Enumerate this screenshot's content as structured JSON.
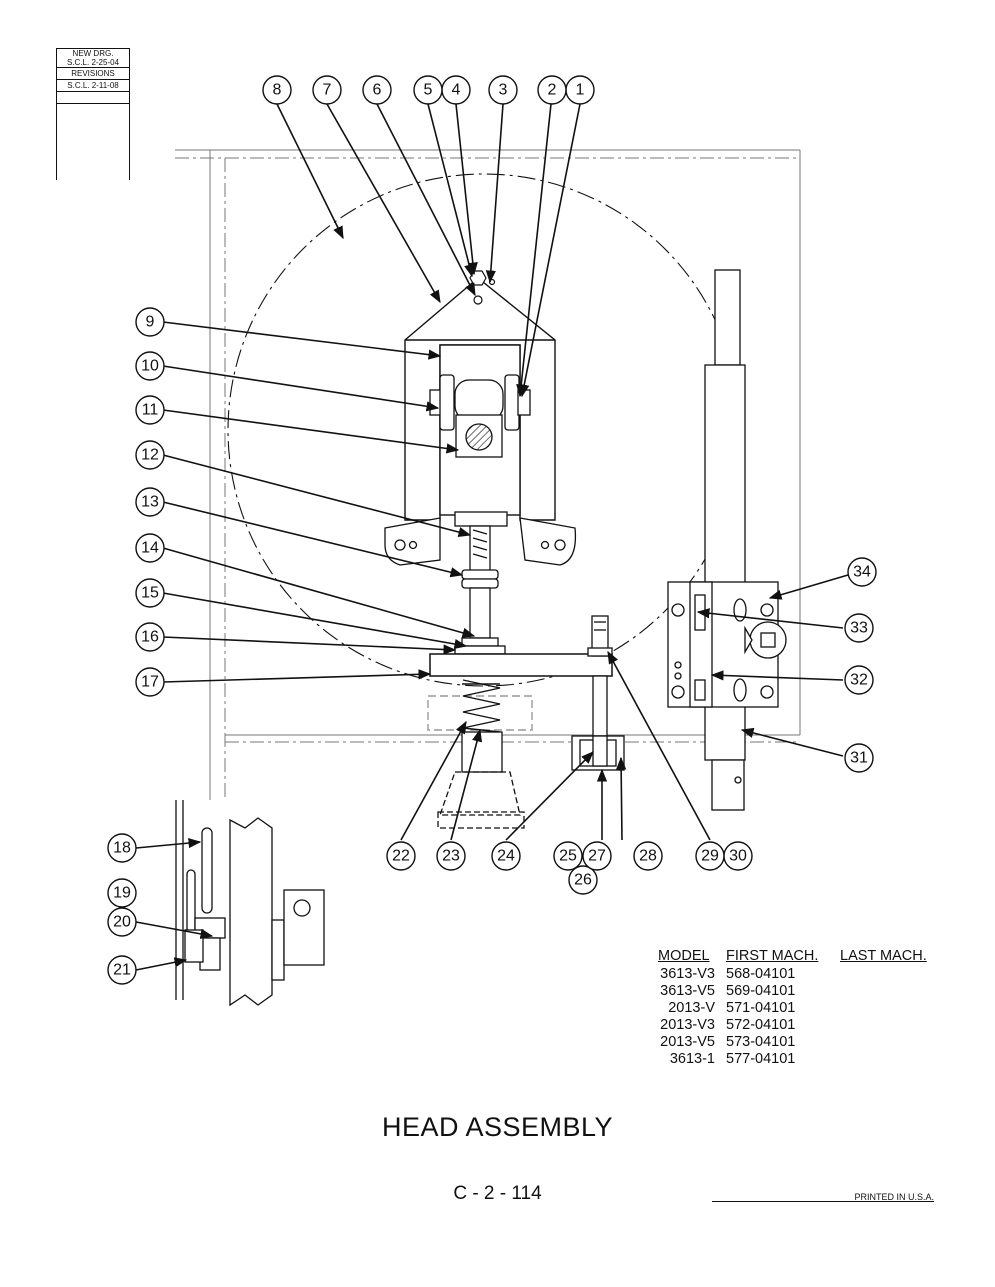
{
  "revision_block": {
    "new_drg_label": "NEW DRG.",
    "new_drg_date": "S.C.L. 2-25-04",
    "revisions_label": "REVISIONS",
    "revision_date": "S.C.L. 2-11-08"
  },
  "callouts": [
    "1",
    "2",
    "3",
    "4",
    "5",
    "6",
    "7",
    "8",
    "9",
    "10",
    "11",
    "12",
    "13",
    "14",
    "15",
    "16",
    "17",
    "18",
    "19",
    "20",
    "21",
    "22",
    "23",
    "24",
    "25",
    "26",
    "27",
    "28",
    "29",
    "30",
    "31",
    "32",
    "33",
    "34"
  ],
  "model_table": {
    "headers": {
      "model": "MODEL",
      "first": "FIRST MACH.",
      "last": "LAST MACH."
    },
    "rows": [
      {
        "model": "3613-V3",
        "first": "568-04101"
      },
      {
        "model": "3613-V5",
        "first": "569-04101"
      },
      {
        "model": "2013-V",
        "first": "571-04101"
      },
      {
        "model": "2013-V3",
        "first": "572-04101"
      },
      {
        "model": "2013-V5",
        "first": "573-04101"
      },
      {
        "model": "3613-1",
        "first": "577-04101"
      }
    ]
  },
  "title": "HEAD ASSEMBLY",
  "page_number": "C - 2 - 114",
  "printed": "PRINTED IN U.S.A."
}
